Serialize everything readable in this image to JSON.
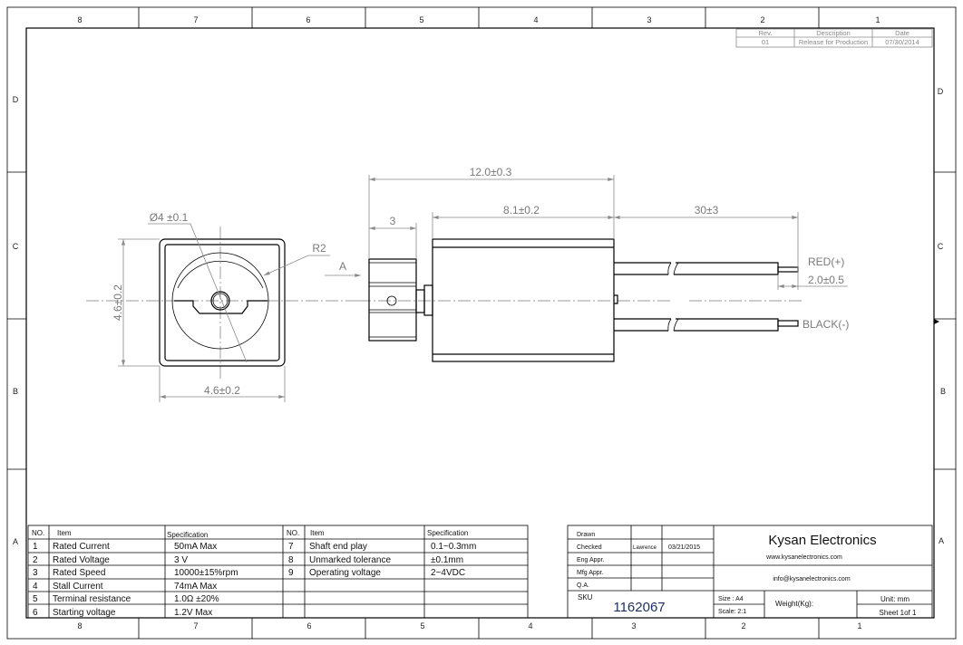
{
  "zones": {
    "columns": [
      "8",
      "7",
      "6",
      "5",
      "4",
      "3",
      "2",
      "1"
    ],
    "rows": [
      "D",
      "C",
      "B",
      "A"
    ]
  },
  "revision": {
    "headers": [
      "Rev.",
      "Description",
      "Date"
    ],
    "rows": [
      [
        "01",
        "Release for Production",
        "07/30/2014"
      ]
    ]
  },
  "drawing": {
    "front_view": {
      "diameter_label": "Ø4 ±0.1",
      "radius_label": "R2",
      "height_dim": "4.6±0.2",
      "width_dim": "4.6±0.2"
    },
    "side_view": {
      "view_arrow": "A",
      "overall_length": "12.0±0.3",
      "weight_length": "3",
      "body_length": "8.1±0.2",
      "lead_length": "30±3",
      "strip_length": "2.0±0.5",
      "red_lead": "RED(+)",
      "black_lead": "BLACK(-)"
    }
  },
  "spec_table": {
    "headers": [
      "NO.",
      "Item",
      "Specification",
      "NO.",
      "Item",
      "Specification"
    ],
    "left": [
      [
        "1",
        "Rated Current",
        "50mA Max"
      ],
      [
        "2",
        "Rated Voltage",
        "3 V"
      ],
      [
        "3",
        "Rated Speed",
        "10000±15%rpm"
      ],
      [
        "4",
        "Stall Current",
        "74mA Max"
      ],
      [
        "5",
        "Terminal resistance",
        "1.0Ω ±20%"
      ],
      [
        "6",
        "Starting voltage",
        "1.2V Max"
      ]
    ],
    "right": [
      [
        "7",
        "Shaft end play",
        "0.1~0.3mm"
      ],
      [
        "8",
        "Unmarked tolerance",
        "±0.1mm"
      ],
      [
        "9",
        "Operating voltage",
        "2~4VDC"
      ]
    ]
  },
  "title_block": {
    "approvals": [
      {
        "role": "Drawn",
        "name": "",
        "date": ""
      },
      {
        "role": "Checked",
        "name": "Lawrence",
        "date": "03/21/2015"
      },
      {
        "role": "Eng Appr.",
        "name": "",
        "date": ""
      },
      {
        "role": "Mfg Appr.",
        "name": "",
        "date": ""
      },
      {
        "role": "Q.A.",
        "name": "",
        "date": ""
      }
    ],
    "company": "Kysan Electronics",
    "website": "www.kysanelectronics.com",
    "email": "info@kysanelectronics.com",
    "sku_label": "SKU",
    "sku": "1162067",
    "size": "Size : A4",
    "scale": "Scale: 2:1",
    "weight": "Weight(Kg):",
    "unit": "Unit: mm",
    "sheet": "Sheet 1of 1"
  }
}
